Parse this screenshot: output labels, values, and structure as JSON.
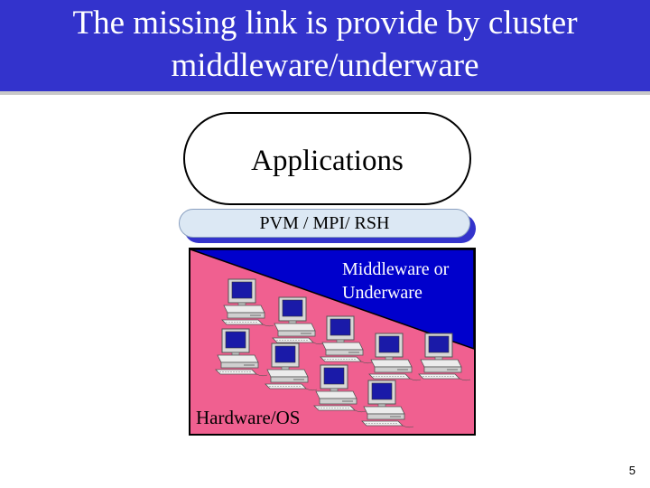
{
  "title": "The missing link is provide by cluster\nmiddleware/underware",
  "layers": {
    "applications": "Applications",
    "messaging": "PVM / MPI/ RSH",
    "middleware": "Middleware or\nUnderware",
    "hardware": "Hardware/OS"
  },
  "computer_icon": "desktop-computer-icon",
  "computer_count": 9,
  "page_number": "5",
  "colors": {
    "title_background": "#3333cc",
    "title_text": "#ffffff",
    "middleware_fill": "#0000cc",
    "hardware_fill": "#f06090",
    "messaging_bar": "#dce8f4"
  }
}
